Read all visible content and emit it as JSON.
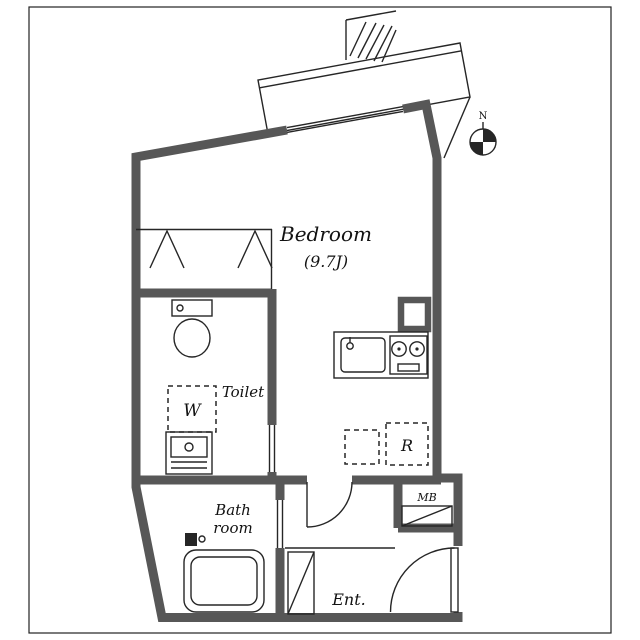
{
  "colors": {
    "background": "#ffffff",
    "wall": "#575757",
    "line": "#262626",
    "text": "#121212"
  },
  "labels": {
    "bedroom": "Bedroom",
    "bedroom_size": "(9.7J)",
    "toilet": "Toilet",
    "washer": "W",
    "refrigerator": "R",
    "bath_line1": "Bath",
    "bath_line2": "room",
    "entrance": "Ent.",
    "meter_box": "MB",
    "north": "N"
  }
}
